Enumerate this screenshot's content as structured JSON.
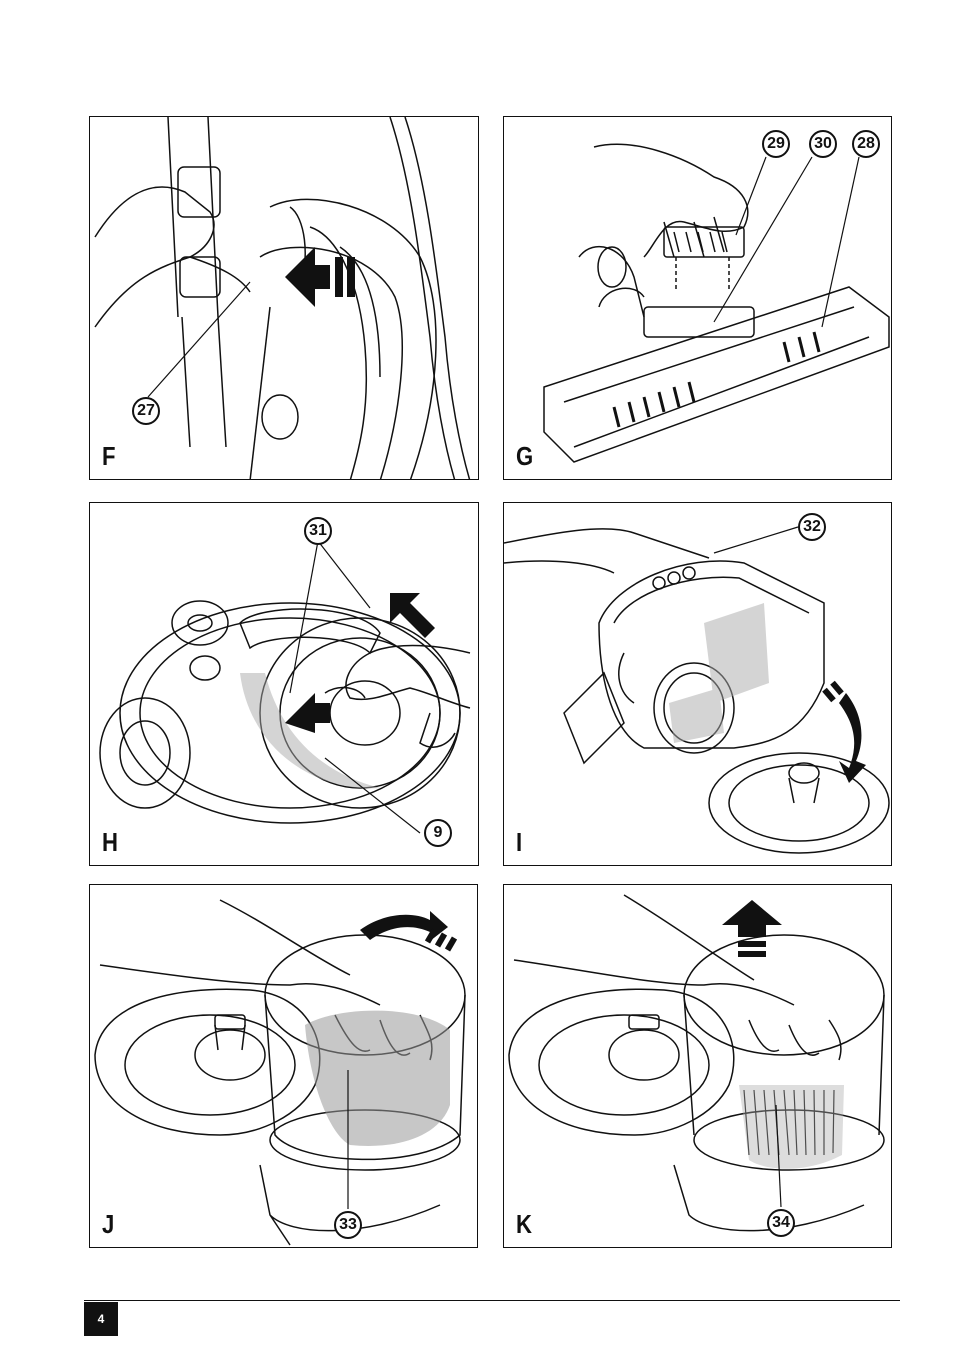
{
  "figures": {
    "F": {
      "letter": "F",
      "callouts": [
        "27"
      ]
    },
    "G": {
      "letter": "G",
      "callouts": [
        "29",
        "30",
        "28"
      ]
    },
    "H": {
      "letter": "H",
      "callouts": [
        "31",
        "9"
      ]
    },
    "I": {
      "letter": "I",
      "callouts": [
        "32"
      ]
    },
    "J": {
      "letter": "J",
      "callouts": [
        "33"
      ]
    },
    "K": {
      "letter": "K",
      "callouts": [
        "34"
      ]
    }
  },
  "footer": {
    "page_number": "4"
  }
}
